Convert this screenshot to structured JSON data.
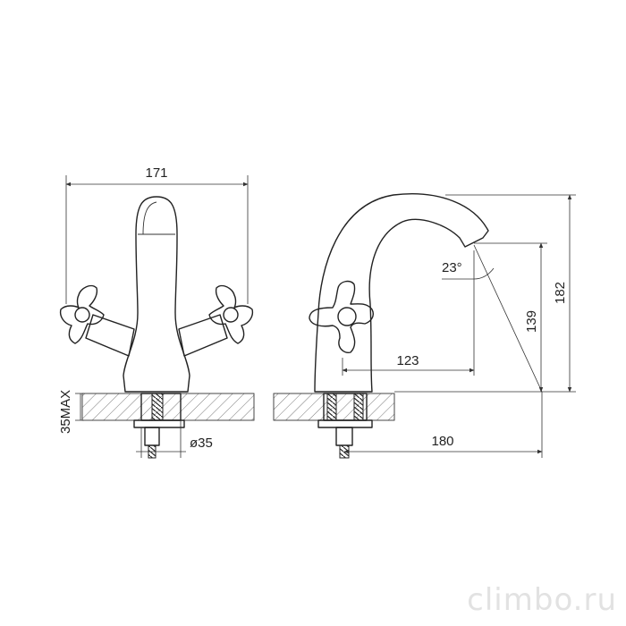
{
  "dimensions": {
    "width_total": "171",
    "mount_max": "35MAX",
    "hole_diameter": "ø35",
    "spout_angle": "23°",
    "spout_reach": "123",
    "spout_height": "139",
    "total_height": "182",
    "total_depth": "180"
  },
  "watermark": "climbo.ru",
  "colors": {
    "line": "#222222",
    "watermark": "#e2e2e2"
  }
}
